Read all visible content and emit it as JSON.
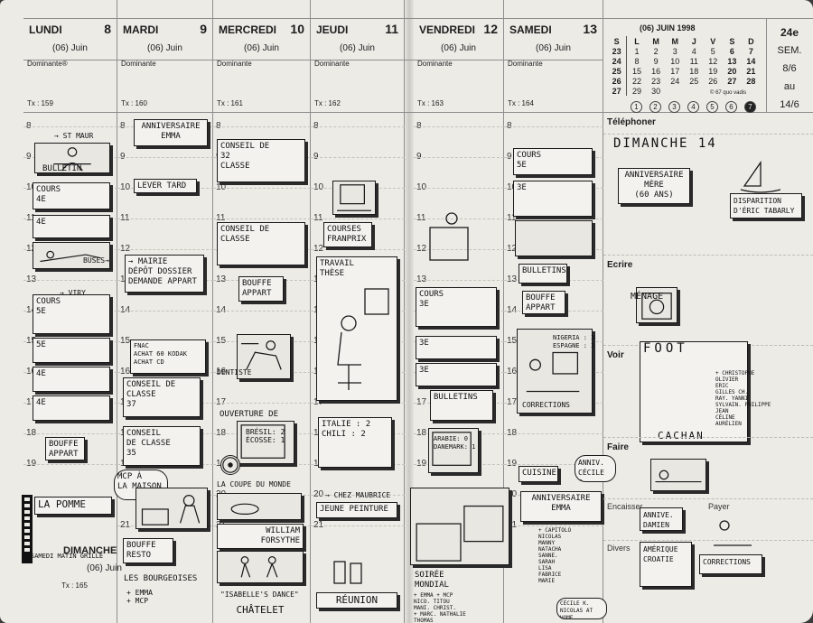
{
  "days": [
    {
      "name": "LUNDI",
      "num": "8",
      "month": "(06) Juin",
      "dominante": "Dominante®",
      "tx": "Tx : 159"
    },
    {
      "name": "MARDI",
      "num": "9",
      "month": "(06) Juin",
      "dominante": "Dominante",
      "tx": "Tx : 160"
    },
    {
      "name": "MERCREDI",
      "num": "10",
      "month": "(06) Juin",
      "dominante": "Dominante",
      "tx": "Tx : 161"
    },
    {
      "name": "JEUDI",
      "num": "11",
      "month": "(06) Juin",
      "dominante": "Dominante",
      "tx": "Tx : 162"
    },
    {
      "name": "VENDREDI",
      "num": "12",
      "month": "(06) Juin",
      "dominante": "Dominante",
      "tx": "Tx : 163"
    },
    {
      "name": "SAMEDI",
      "num": "13",
      "month": "(06) Juin",
      "dominante": "Dominante",
      "tx": "Tx : 164"
    }
  ],
  "hours": [
    "8",
    "9",
    "10",
    "11",
    "12",
    "13",
    "14",
    "15",
    "16",
    "17",
    "18",
    "19",
    "20",
    "21"
  ],
  "sunday_inline": {
    "name": "DIMANCHE",
    "month": "(06) Juin",
    "tx": "Tx : 165"
  },
  "notes": {
    "mon": {
      "saint_maur": "→ ST MAUR",
      "bulletin": "BULLETIN",
      "cours_4e": "COURS\n4e",
      "c4e": "4e",
      "buses": "BUSES→",
      "viry": "→ VIRY",
      "cours_5e": "COURS\n5e",
      "c5e": "5e",
      "c4e_b": "4e",
      "c4e_c": "4e",
      "bouffe": "BOUFFE\nAPPART",
      "la_pomme": "LA POMME",
      "samedi": "SAMEDI MATIN GRILLE"
    },
    "tue": {
      "anniv": "ANNIVERSAIRE\nEMMA",
      "lever": "LEVER TARD",
      "mairie": "→ MAIRIE\nDÉPÔT DOSSIER\nDEMANDE APPART",
      "fnac": "FNAC\nACHAT 60 KODAK\nACHAT CD",
      "conseil_37": "CONSEIL DE\nCLASSE\n37",
      "conseil_35": "CONSEIL\nDE CLASSE\n35",
      "mcp": "MCP À\nLA MAISON",
      "bouffe_resto": "BOUFFE\nRESTO",
      "bourgeoises": "LES BOURGEOISES",
      "emma_mcp": "+ EMMA\n+ MCP"
    },
    "wed": {
      "conseil_32": "CONSEIL DE\n32\nCLASSE",
      "conseil_classe": "CONSEIL DE\nCLASSE",
      "bouffe": "BOUFFE\nAPPART",
      "dentiste": "DENTISTE",
      "ouverture": "OUVERTURE DE",
      "bresil": "BRÉSIL: 2\nÉCOSSE: 1",
      "coupe": "LA COUPE DU MONDE",
      "forsythe": "WILLIAM\nFORSYTHE",
      "isabelle": "\"ISABELLE'S DANCE\"",
      "chatelet": "CHÂTELET"
    },
    "thu": {
      "courses": "COURSES\nFRANPRIX",
      "travail": "TRAVAIL\nTHÈSE",
      "italie": "ITALIE : 2\nCHILI : 2",
      "chez": "→ CHEZ MAUBRICE",
      "jeune": "JEUNE PEINTURE",
      "reunion": "RÉUNION"
    },
    "fri": {
      "cours_3e": "COURS\n3e",
      "c3e": "3e",
      "c3e_b": "3e",
      "bulletins": "BULLETINS",
      "arabie": "ARABIE: 0\nDANEMARK: 1",
      "soiree": "SOIRÉE\nMONDIAL",
      "guests": "+ EMMA + MCP\nNICO. TITOU\nMANI. CHRIST.\n+ MARC. NATHALIE\nTHOMAS"
    },
    "sat": {
      "cours_5e": "COURS\n5e",
      "c3e": "3e",
      "bulletins": "BULLETINS",
      "bouffe": "BOUFFE\nAPPART",
      "nigeria": "NIGERIA : 3\nESPAGNE : 2",
      "corrections": "CORRECTIONS",
      "cuisine": "CUISINE",
      "anniv_cecile": "ANNIV.\nCÉCILE B.",
      "anniv_emma": "ANNIVERSAIRE\nEMMA",
      "guests": "+ CAPITOLO\nNICOLAS\nMANNY\nNATACHA\nSANNE.\nSARAH\nLISA\nFABRICE\nMARIE",
      "cecile": "CÉCILE K.\nNICOLAS AT HOME"
    }
  },
  "calendar": {
    "title": "(06) JUIN 1998",
    "headers": [
      "S",
      "L",
      "M",
      "M",
      "J",
      "V",
      "S",
      "D"
    ],
    "rows": [
      [
        "23",
        "1",
        "2",
        "3",
        "4",
        "5",
        "6",
        "7"
      ],
      [
        "24",
        "8",
        "9",
        "10",
        "11",
        "12",
        "13",
        "14"
      ],
      [
        "25",
        "15",
        "16",
        "17",
        "18",
        "19",
        "20",
        "21"
      ],
      [
        "26",
        "22",
        "23",
        "24",
        "25",
        "26",
        "27",
        "28"
      ],
      [
        "27",
        "29",
        "30",
        "",
        "",
        "",
        "",
        ""
      ]
    ],
    "copyright": "© 67 quo vadis",
    "circles": [
      "1",
      "2",
      "3",
      "4",
      "5",
      "6",
      "7"
    ]
  },
  "week": {
    "num": "24e",
    "label": "SEM.",
    "from": "8/6",
    "to": "au",
    "end": "14/6"
  },
  "right": {
    "telephoner": "Téléphoner",
    "dimanche": "DIMANCHE 14",
    "anniv_mere": "ANNIVERSAIRE\nMÈRE\n(60 ANS)",
    "disparition": "DISPARITION\nD'ÉRIC TABARLY",
    "ecrire": "Ecrire",
    "menage": "MÉNAGE",
    "voir": "Voir",
    "foot": "FOOT",
    "foot_names": "+ CHRISTOPHE\nOLIVIER\nERIC\nGILLES CH.\nRAY. YANNI\nSYLVAIN. PHILIPPE\nJEAN\nCÉLINE\nAURÉLIEN",
    "cachan": "CACHAN",
    "faire": "Faire",
    "encaisser": "Encaisser",
    "payer": "Payer",
    "anniv_damien": "ANNIVE.\nDAMIEN",
    "divers": "Divers",
    "corrections": "CORRECTIONS",
    "amerique": "AMÉRIQUE\nCROATIE"
  }
}
